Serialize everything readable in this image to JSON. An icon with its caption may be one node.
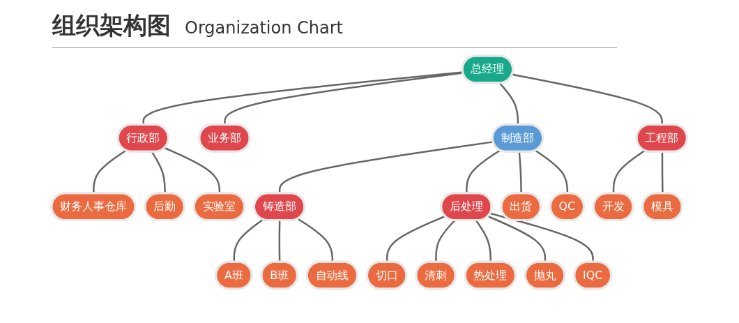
{
  "diagram": {
    "title": "组织架构图",
    "nodes": [
      {
        "text": [
          "总经理"
        ]
      },
      {
        "text": [
          "制造部"
        ]
      },
      {
        "text": [
          "行政部"
        ]
      },
      {
        "text": [
          "业务部"
        ]
      },
      {
        "text": [
          "铸造部"
        ]
      },
      {
        "text": [
          "后处理"
        ]
      },
      {
        "text": [
          "工程部"
        ]
      },
      {
        "text": [
          "财务人事仓库"
        ]
      },
      {
        "text": [
          "后勤"
        ]
      },
      {
        "text": [
          "实验室"
        ]
      },
      {
        "text": [
          "A班"
        ]
      },
      {
        "text": [
          "B班"
        ]
      },
      {
        "text": [
          "自动线"
        ]
      },
      {
        "text": [
          "出货"
        ]
      },
      {
        "text": [
          "QC"
        ]
      },
      {
        "text": [
          "开发"
        ]
      },
      {
        "text": [
          "模具"
        ]
      },
      {
        "text": [
          "切口"
        ]
      },
      {
        "text": [
          "清刺"
        ]
      },
      {
        "text": [
          "热处理"
        ]
      },
      {
        "text": [
          "抛丸"
        ]
      },
      {
        "text": [
          "IQC"
        ]
      }
    ],
    "edges": [
      {
        "from": 0,
        "to": 2,
        "arrow": "none"
      },
      {
        "from": 0,
        "to": 3,
        "arrow": "none"
      },
      {
        "from": 0,
        "to": 1,
        "arrow": "none"
      },
      {
        "from": 0,
        "to": 6,
        "arrow": "none"
      },
      {
        "from": 1,
        "to": 4,
        "arrow": "none"
      },
      {
        "from": 1,
        "to": 5,
        "arrow": "none"
      },
      {
        "from": 1,
        "to": 13,
        "arrow": "none"
      },
      {
        "from": 1,
        "to": 14,
        "arrow": "none"
      },
      {
        "from": 2,
        "to": 7,
        "arrow": "none"
      },
      {
        "from": 2,
        "to": 8,
        "arrow": "none"
      },
      {
        "from": 2,
        "to": 9,
        "arrow": "none"
      },
      {
        "from": 4,
        "to": 10,
        "arrow": "none"
      },
      {
        "from": 4,
        "to": 11,
        "arrow": "none"
      },
      {
        "from": 4,
        "to": 12,
        "arrow": "none"
      },
      {
        "from": 5,
        "to": 17,
        "arrow": "none"
      },
      {
        "from": 5,
        "to": 18,
        "arrow": "none"
      },
      {
        "from": 5,
        "to": 19,
        "arrow": "none"
      },
      {
        "from": 5,
        "to": 20,
        "arrow": "none"
      },
      {
        "from": 5,
        "to": 21,
        "arrow": "none"
      },
      {
        "from": 6,
        "to": 15,
        "arrow": "none"
      },
      {
        "from": 6,
        "to": 16,
        "arrow": "none"
      }
    ],
    "labels": [
      "Organization Chart"
    ]
  }
}
